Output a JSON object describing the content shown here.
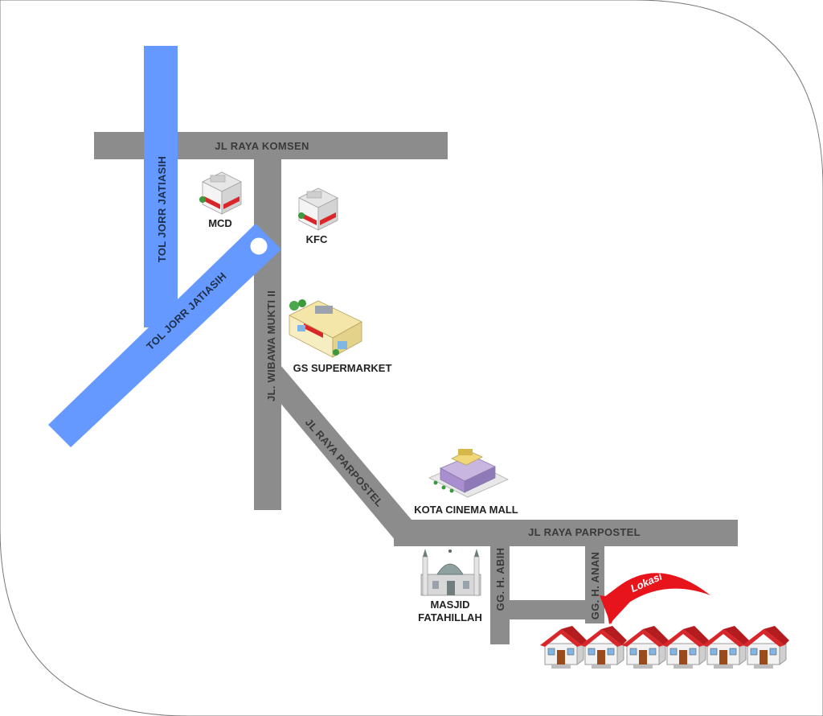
{
  "roads": {
    "jl_raya_komsen": "JL RAYA KOMSEN",
    "tol_jorr_vertical": "TOL JORR JATIASIH",
    "tol_jorr_diagonal": "TOL JORR JATIASIH",
    "jl_wibawa_mukti": "JL. WIBAWA MUKTI II",
    "jl_raya_parpostel_diagonal": "JL RAYA PARPOSTEL",
    "jl_raya_parpostel": "JL RAYA PARPOSTEL",
    "gg_h_abih": "GG. H. ABIH",
    "gg_h_anan": "GG. H. ANAN"
  },
  "landmarks": {
    "mcd": "MCD",
    "kfc": "KFC",
    "gs_supermarket": "GS SUPERMARKET",
    "kota_cinema_mall": "KOTA CINEMA MALL",
    "masjid_line1": "MASJID",
    "masjid_line2": "FATAHILLAH"
  },
  "location_marker": "Lokasi",
  "colors": {
    "road": "#8c8c8c",
    "toll_road": "#6699ff",
    "marker": "#e8141c",
    "roof": "#d9262b"
  }
}
